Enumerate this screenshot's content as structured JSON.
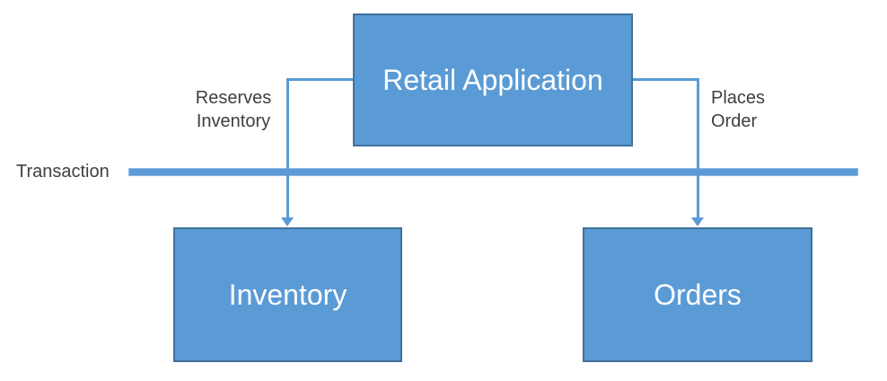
{
  "diagram": {
    "nodes": {
      "retail_application": "Retail Application",
      "inventory": "Inventory",
      "orders": "Orders"
    },
    "edge_labels": {
      "reserves_line1": "Reserves",
      "reserves_line2": "Inventory",
      "places_line1": "Places",
      "places_line2": "Order"
    },
    "transaction_label": "Transaction",
    "colors": {
      "node_fill": "#5b9bd5",
      "node_border": "#41719c",
      "connector": "#5b9bd5",
      "text_on_node": "#ffffff",
      "label_text": "#3f3f3f"
    }
  }
}
